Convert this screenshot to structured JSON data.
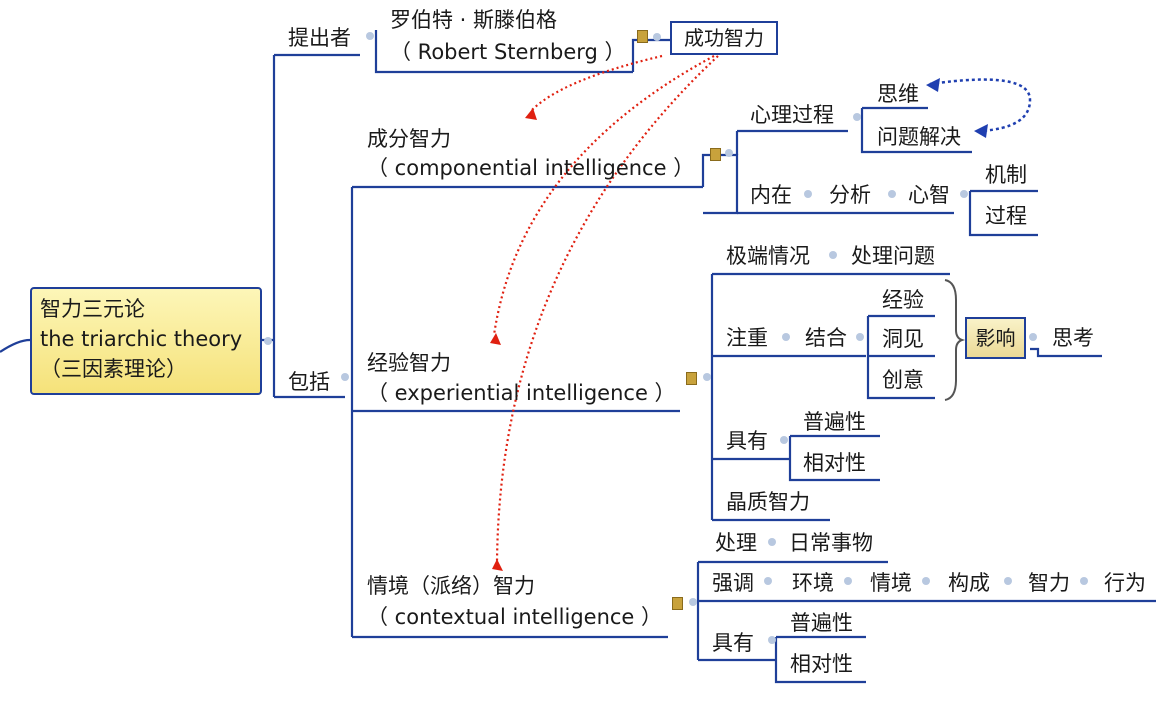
{
  "root": {
    "line1": "智力三元论",
    "line2": "the triarchic theory",
    "line3": "（三因素理论）"
  },
  "proposer": {
    "label": "提出者",
    "name_cn": "罗伯特 · 斯滕伯格",
    "name_en": "（ Robert Sternberg ）",
    "concept": "成功智力"
  },
  "includes": {
    "label": "包括",
    "componential": {
      "title_cn": "成分智力",
      "title_en": "（ componential intelligence ）",
      "mental_process": {
        "label": "心理过程",
        "items": [
          "思维",
          "问题解决"
        ]
      },
      "internal": {
        "chain": [
          "内在",
          "分析",
          "心智"
        ],
        "items": [
          "机制",
          "过程"
        ]
      }
    },
    "experiential": {
      "title_cn": "经验智力",
      "title_en": "（ experiential intelligence ）",
      "extreme": [
        "极端情况",
        "处理问题"
      ],
      "emphasis": {
        "chain": [
          "注重",
          "结合"
        ],
        "items": [
          "经验",
          "洞见",
          "创意"
        ],
        "effect": "影响",
        "result": "思考"
      },
      "has": {
        "label": "具有",
        "items": [
          "普遍性",
          "相对性"
        ]
      },
      "crystal": "晶质智力"
    },
    "contextual": {
      "title_cn": "情境（派络）智力",
      "title_en": "（ contextual intelligence ）",
      "handle": [
        "处理",
        "日常事物"
      ],
      "stress": [
        "强调",
        "环境",
        "情境",
        "构成",
        "智力",
        "行为"
      ],
      "has": {
        "label": "具有",
        "items": [
          "普遍性",
          "相对性"
        ]
      }
    }
  }
}
